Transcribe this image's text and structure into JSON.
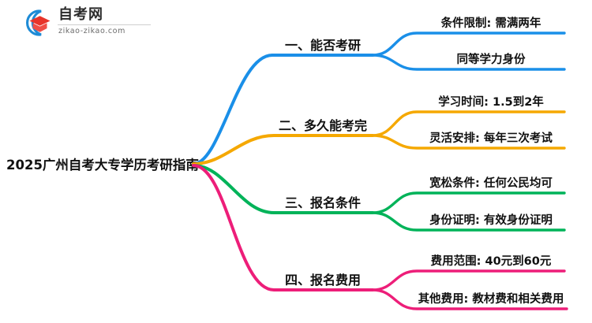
{
  "logo": {
    "name_cn": "自考网",
    "url": "zikao-zikao.com",
    "mark_icon": "graduation-cap-icon",
    "arc_color": "#1E8BD6",
    "cap_color": "#E8342A",
    "cap_accent": "#F04E46"
  },
  "mindmap": {
    "root": {
      "label": "2025广州自考大专学历考研指南"
    },
    "branches": [
      {
        "label": "一、能否考研",
        "color": "#1A8FE8",
        "leaves": [
          {
            "label": "条件限制: 需满两年"
          },
          {
            "label": "同等学力身份"
          }
        ]
      },
      {
        "label": "二、多久能考完",
        "color": "#F5A800",
        "leaves": [
          {
            "label": "学习时间: 1.5到2年"
          },
          {
            "label": "灵活安排: 每年三次考试"
          }
        ]
      },
      {
        "label": "三、报名条件",
        "color": "#00B359",
        "leaves": [
          {
            "label": "宽松条件: 任何公民均可"
          },
          {
            "label": "身份证明: 有效身份证明"
          }
        ]
      },
      {
        "label": "四、报名费用",
        "color": "#ED1E79",
        "leaves": [
          {
            "label": "费用范围: 40元到60元"
          },
          {
            "label": "其他费用: 教材费和相关费用"
          }
        ]
      }
    ]
  }
}
